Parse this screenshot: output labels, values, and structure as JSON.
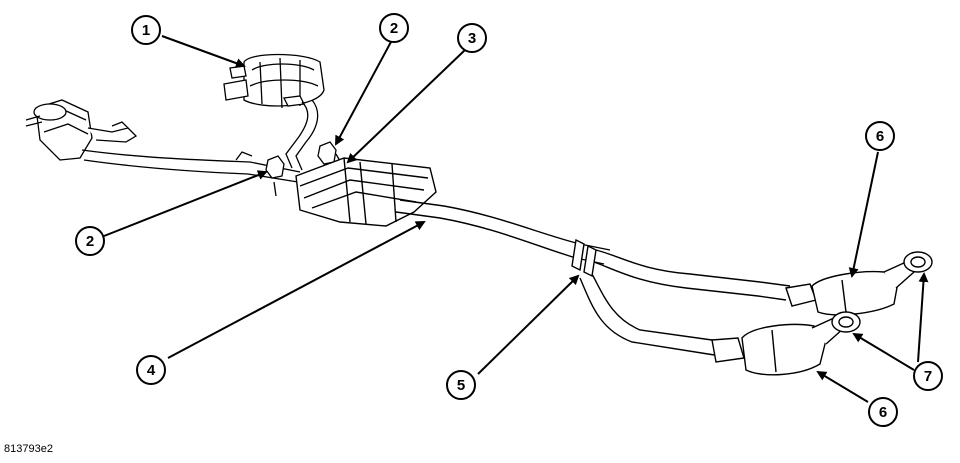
{
  "diagram": {
    "callouts": [
      {
        "id": "callout-1",
        "label": "1"
      },
      {
        "id": "callout-2-top",
        "label": "2"
      },
      {
        "id": "callout-3",
        "label": "3"
      },
      {
        "id": "callout-2-left",
        "label": "2"
      },
      {
        "id": "callout-4",
        "label": "4"
      },
      {
        "id": "callout-5",
        "label": "5"
      },
      {
        "id": "callout-6-top",
        "label": "6"
      },
      {
        "id": "callout-6-bottom",
        "label": "6"
      },
      {
        "id": "callout-7",
        "label": "7"
      }
    ],
    "figure_id": "813793e2"
  }
}
